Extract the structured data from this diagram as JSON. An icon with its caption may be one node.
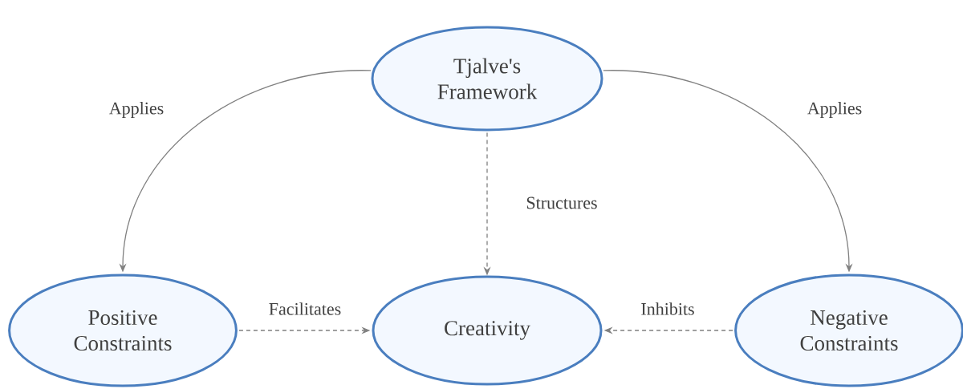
{
  "diagram": {
    "nodes": [
      {
        "text": [
          "Tjalve's Framework"
        ]
      },
      {
        "text": [
          "Positive Constraints"
        ]
      },
      {
        "text": [
          "Creativity"
        ]
      },
      {
        "text": [
          "Negative Constraints"
        ]
      }
    ],
    "edges": [
      {
        "from": 0,
        "to": 1,
        "arrow": "to",
        "label": "Applies"
      },
      {
        "from": 0,
        "to": 3,
        "arrow": "to",
        "label": "Applies"
      },
      {
        "from": 0,
        "to": 2,
        "arrow": "to",
        "label": "Structures",
        "style": "dashed"
      },
      {
        "from": 1,
        "to": 2,
        "arrow": "to",
        "label": "Facilitates",
        "style": "dashed"
      },
      {
        "from": 3,
        "to": 2,
        "arrow": "to",
        "label": "Inhibits",
        "style": "dashed"
      }
    ]
  }
}
